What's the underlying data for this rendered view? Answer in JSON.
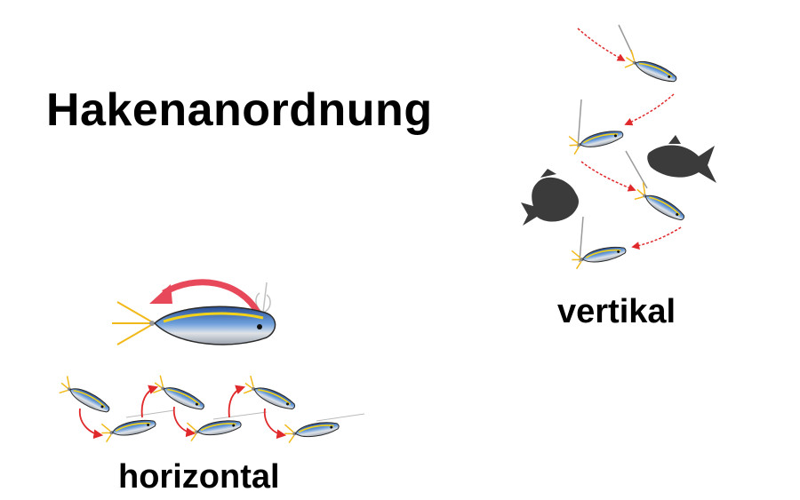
{
  "title": "Hakenanordnung",
  "labels": {
    "vertical": "vertikal",
    "horizontal": "horizontal"
  },
  "colors": {
    "arrow": "#e0292b",
    "big_arrow": "#e8495a",
    "fish_silhouette": "#3b3b3b",
    "lure_body": "#4f7fc4",
    "lure_belly": "#cdd3da",
    "lure_stripe": "#f2d21a",
    "hook": "#f2b91a"
  }
}
